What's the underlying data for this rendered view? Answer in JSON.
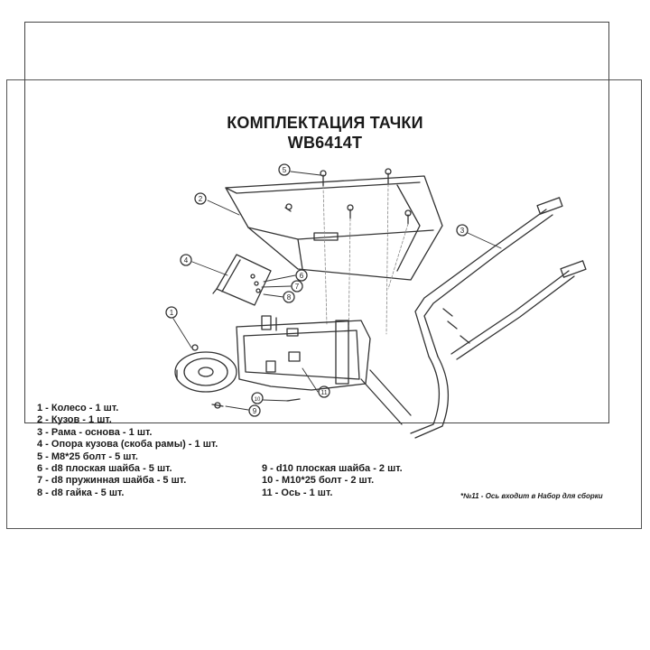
{
  "title_line1": "КОМПЛЕКТАЦИЯ ТАЧКИ",
  "title_line2": "WB6414T",
  "callouts": [
    "1",
    "2",
    "3",
    "4",
    "5",
    "6",
    "7",
    "8",
    "9",
    "10",
    "11"
  ],
  "parts_left": [
    "1 - Колесо  - 1 шт.",
    "2 - Кузов - 1 шт.",
    "3 - Рама - основа  - 1 шт.",
    "4 - Опора кузова (скоба рамы)  - 1 шт.",
    "5 - М8*25 болт  - 5 шт.",
    "6 - d8 плоская шайба  - 5 шт.",
    "7 - d8 пружинная шайба  - 5 шт.",
    "8 - d8 гайка - 5 шт."
  ],
  "parts_right": [
    "9 - d10 плоская шайба - 2 шт.",
    "10 - М10*25 болт - 2 шт.",
    "11 - Ось - 1 шт."
  ],
  "note": "*№11 - Ось входит в Набор для сборки"
}
